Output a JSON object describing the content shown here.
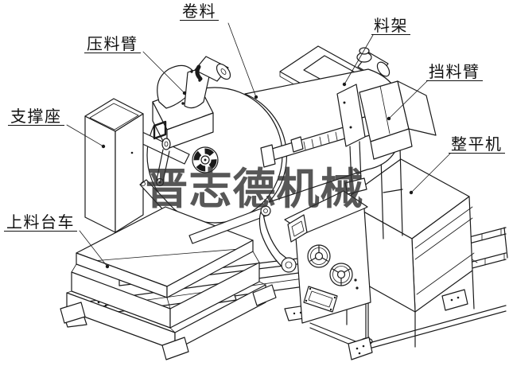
{
  "diagram": {
    "description_labels": {
      "press_arm": "压料臂",
      "coil": "卷料",
      "rack": "料架",
      "stop_arm": "挡料臂",
      "support_base": "支撑座",
      "leveler": "整平机",
      "loading_cart": "上料台车"
    },
    "watermark": {
      "text": "晋志德机械",
      "color": "#2e2e2e"
    },
    "colors": {
      "background": "#ffffff",
      "line": "#1a1a1a",
      "label_text": "#111111"
    }
  }
}
